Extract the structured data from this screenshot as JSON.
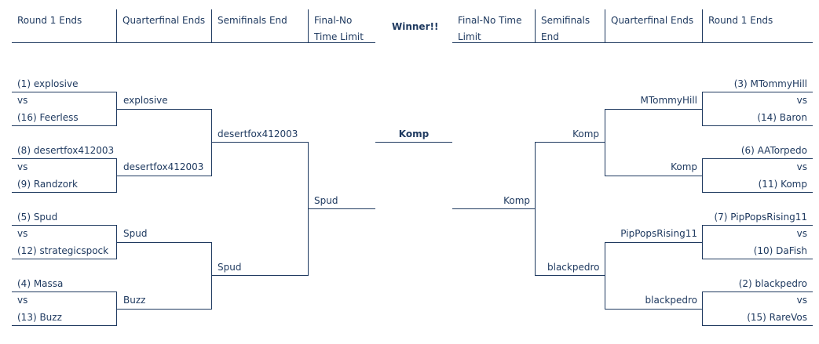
{
  "headers": {
    "left": [
      "Round 1 Ends",
      "Quarterfinal Ends",
      "Semifinals End",
      "Final-No Time Limit"
    ],
    "winner": "Winner!!",
    "right": [
      "Final-No Time Limit",
      "Semifinals End",
      "Quarterfinal Ends",
      "Round 1 Ends"
    ]
  },
  "left": {
    "round1": [
      {
        "top": "(1) explosive",
        "vs": "vs",
        "bottom": "(16) Feerless"
      },
      {
        "top": "(8) desertfox412003",
        "vs": "vs",
        "bottom": "(9) Randzork"
      },
      {
        "top": "(5) Spud",
        "vs": "vs",
        "bottom": "(12) strategicspock"
      },
      {
        "top": "(4) Massa",
        "vs": "vs",
        "bottom": "(13) Buzz"
      }
    ],
    "quarterfinal": [
      "explosive",
      "desertfox412003",
      "Spud",
      "Buzz"
    ],
    "semifinal": [
      "desertfox412003",
      "Spud"
    ],
    "final": "Spud"
  },
  "winner": "Komp",
  "right": {
    "round1": [
      {
        "top": "(3) MTommyHill",
        "vs": "vs",
        "bottom": "(14) Baron"
      },
      {
        "top": "(6) AATorpedo",
        "vs": "vs",
        "bottom": "(11) Komp"
      },
      {
        "top": "(7) PipPopsRising11",
        "vs": "vs",
        "bottom": "(10) DaFish"
      },
      {
        "top": "(2) blackpedro",
        "vs": "vs",
        "bottom": "(15) RareVos"
      }
    ],
    "quarterfinal": [
      "MTommyHill",
      "Komp",
      "PipPopsRising11",
      "blackpedro"
    ],
    "semifinal": [
      "Komp",
      "blackpedro"
    ],
    "final": "Komp"
  }
}
